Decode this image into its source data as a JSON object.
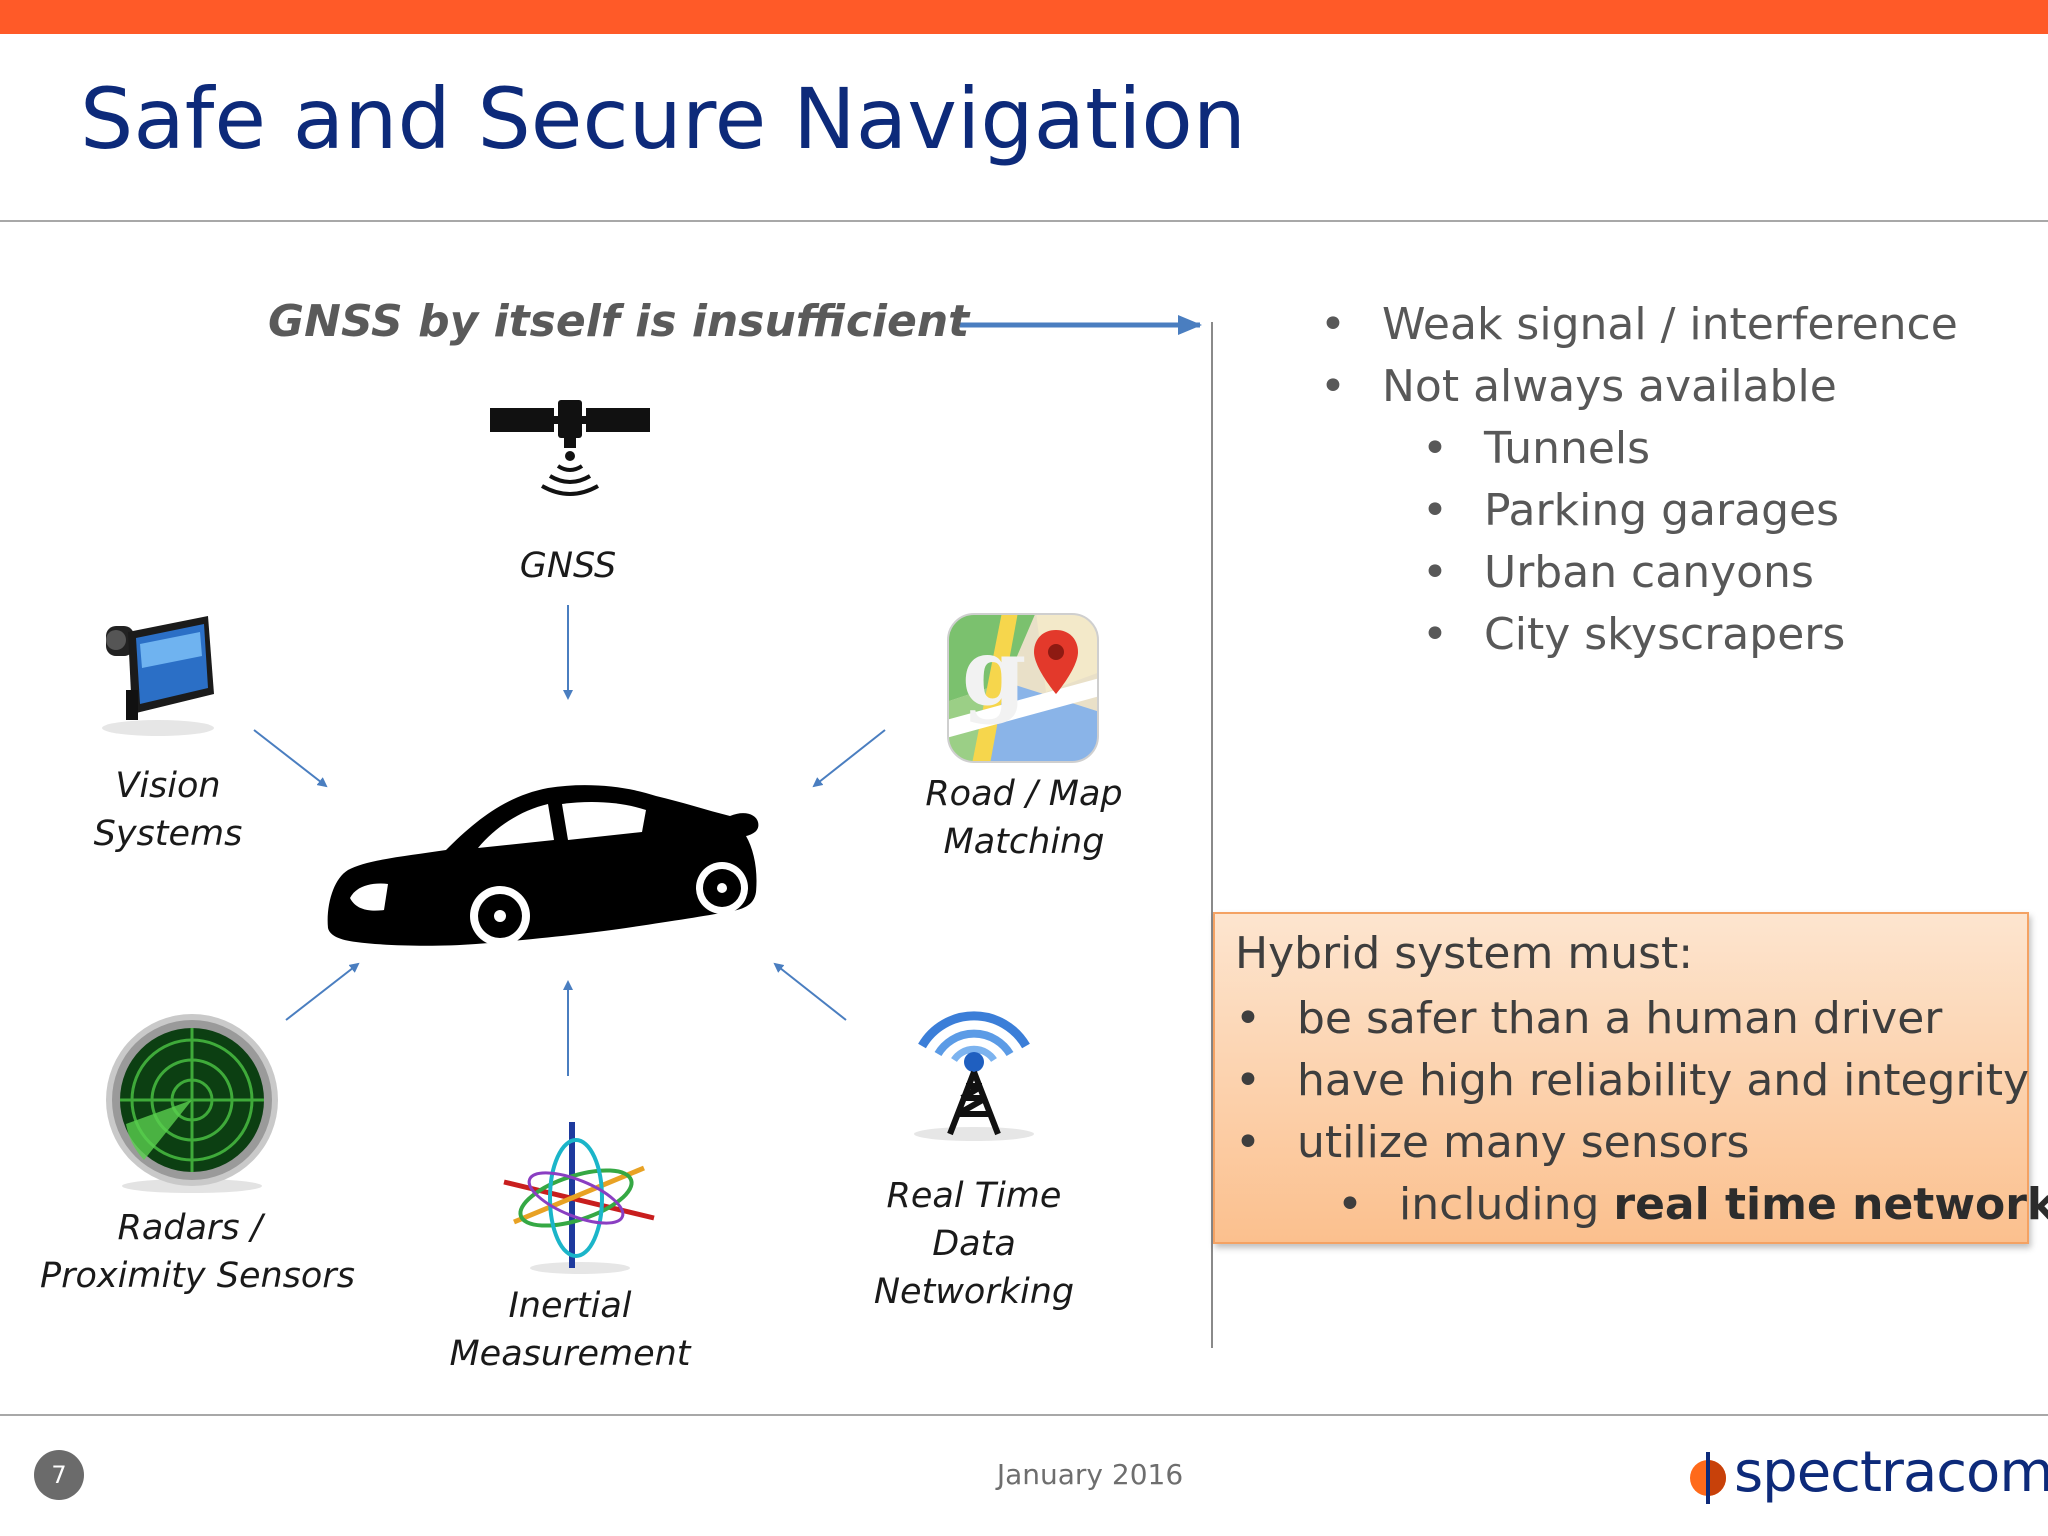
{
  "slide": {
    "title": "Safe and Secure Navigation",
    "accent_color": "#ff5a28",
    "page_number": "7",
    "date": "January 2016",
    "logo_text": "spectracom"
  },
  "diagram": {
    "heading": "GNSS by itself is insufficient",
    "nodes": {
      "gnss": "GNSS",
      "vision_1": "Vision",
      "vision_2": "Systems",
      "road_1": "Road / Map",
      "road_2": "Matching",
      "radar_1": "Radars /",
      "radar_2": "Proximity Sensors",
      "inertial_1": "Inertial",
      "inertial_2": "Measurement",
      "rt_1": "Real Time",
      "rt_2": "Data",
      "rt_3": "Networking"
    },
    "icons": [
      "satellite-icon",
      "camera-icon",
      "map-icon",
      "car-icon",
      "radar-icon",
      "gyroscope-icon",
      "antenna-tower-icon"
    ],
    "arrow_color": "#4a7ec0"
  },
  "limitations": {
    "items": [
      {
        "level": 1,
        "text": "Weak signal / interference"
      },
      {
        "level": 1,
        "text": "Not always available"
      },
      {
        "level": 2,
        "text": "Tunnels"
      },
      {
        "level": 2,
        "text": "Parking garages"
      },
      {
        "level": 2,
        "text": "Urban canyons"
      },
      {
        "level": 2,
        "text": "City skyscrapers"
      }
    ]
  },
  "hybrid": {
    "title": "Hybrid system must:",
    "item_1": "be safer than a human driver",
    "item_2": "have high reliability and integrity",
    "item_3": "utilize many sensors",
    "item_4_prefix": "including ",
    "item_4_bold": "real time networks"
  }
}
